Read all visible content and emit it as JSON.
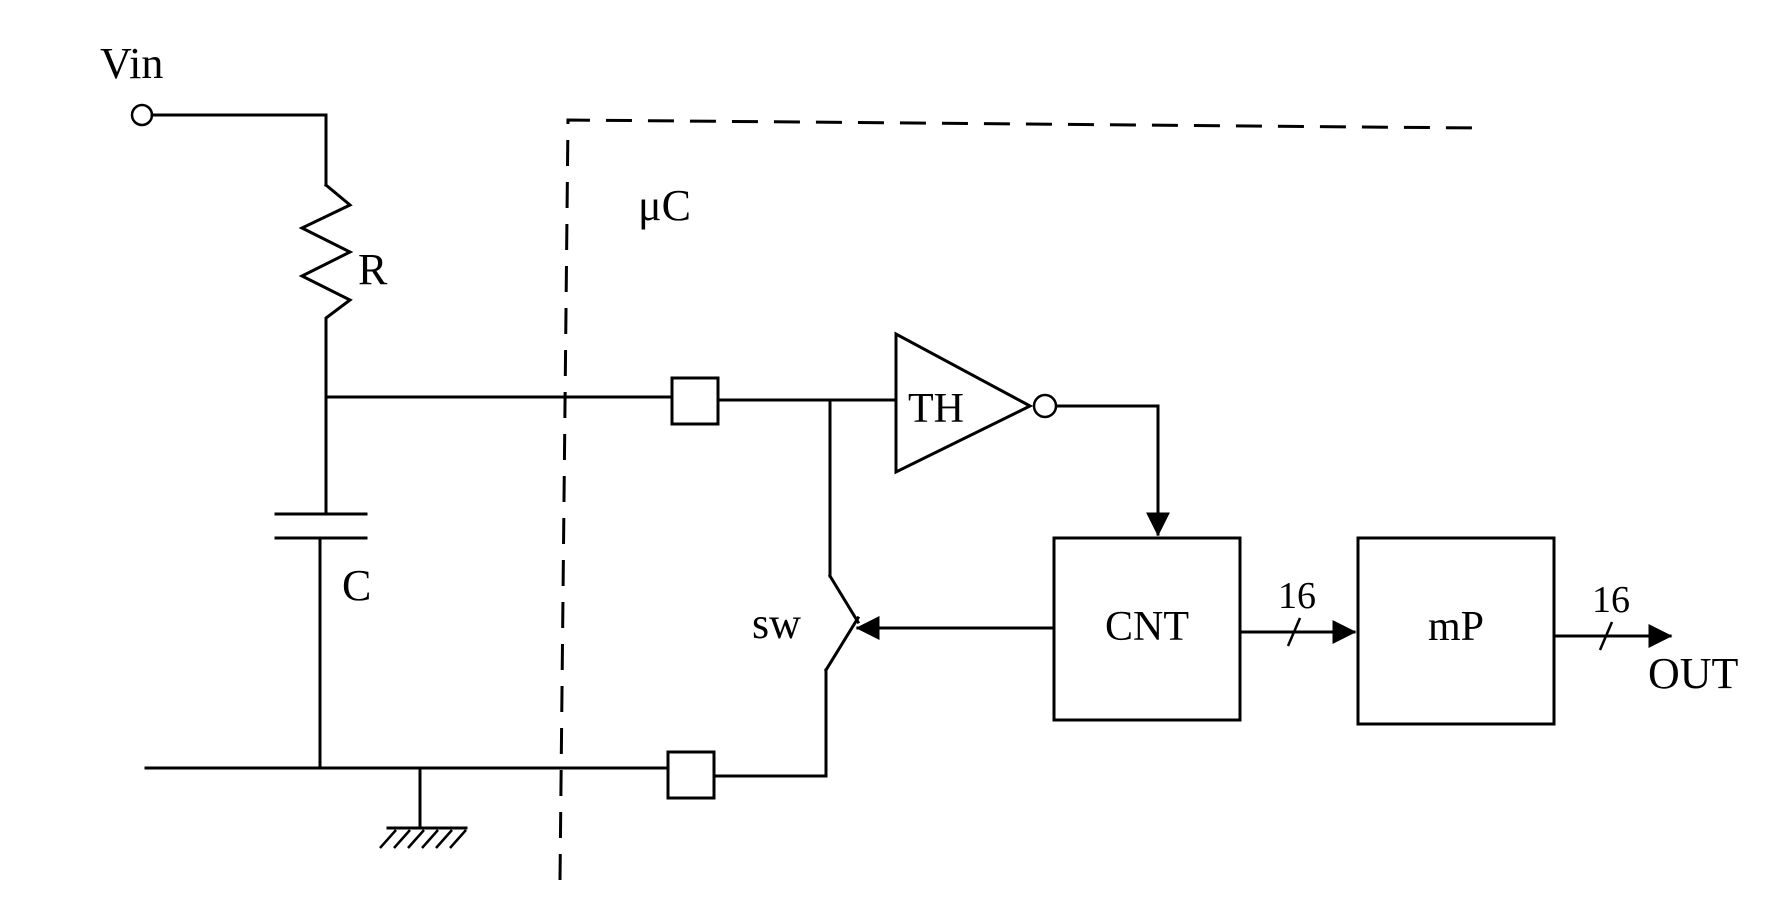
{
  "labels": {
    "vin": "Vin",
    "resistor": "R",
    "capacitor": "C",
    "microcontroller": "μC",
    "threshold": "TH",
    "switch": "sw",
    "counter": "CNT",
    "processor": "mP",
    "bus_width_cnt_mp": "16",
    "bus_width_out": "16",
    "output": "OUT"
  }
}
